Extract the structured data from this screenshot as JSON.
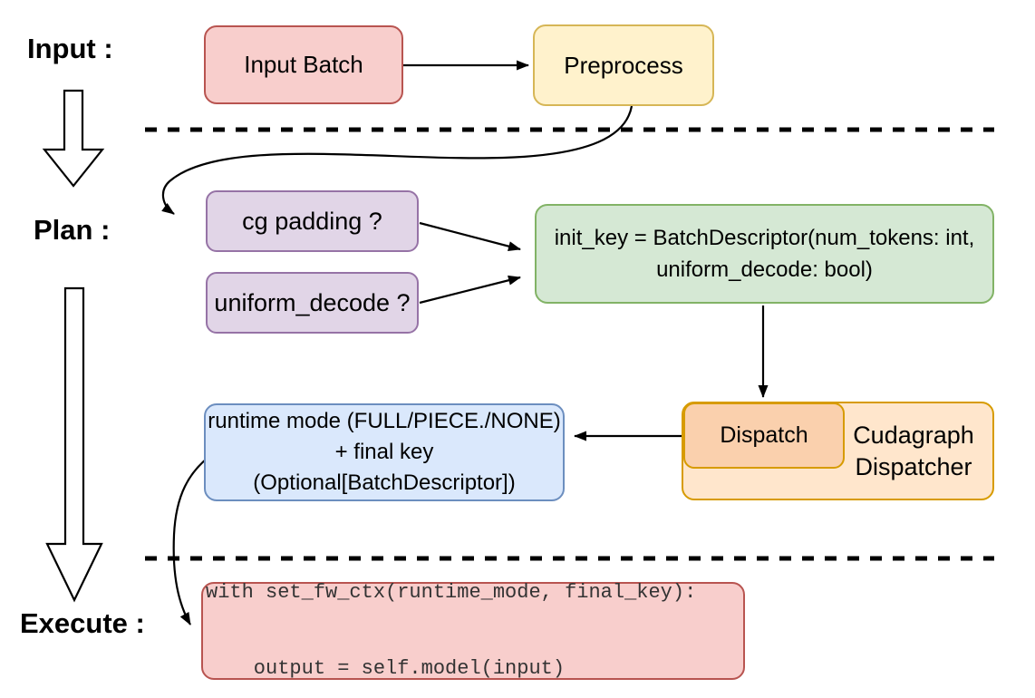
{
  "stages": {
    "input_label": "Input :",
    "plan_label": "Plan :",
    "execute_label": "Execute :"
  },
  "nodes": {
    "input_batch": {
      "label": "Input Batch",
      "fill": "#f8cecc",
      "stroke": "#b85450"
    },
    "preprocess": {
      "label": "Preprocess",
      "fill": "#fff2cc",
      "stroke": "#d6b656"
    },
    "cg_padding": {
      "label": "cg padding ?",
      "fill": "#e1d5e7",
      "stroke": "#9673a6"
    },
    "uniform_decode": {
      "label": "uniform_decode ?",
      "fill": "#e1d5e7",
      "stroke": "#9673a6"
    },
    "init_key": {
      "line1": "init_key = BatchDescriptor(num_tokens: int,",
      "line2": "uniform_decode: bool)",
      "fill": "#d5e8d4",
      "stroke": "#82b366"
    },
    "dispatch": {
      "label": "Dispatch",
      "fill": "#fad0ad",
      "stroke": "#d79b00"
    },
    "cudagraph_dispatcher": {
      "line1": "Cudagraph",
      "line2": "Dispatcher",
      "fill": "#ffe6cc",
      "stroke": "#d79b00"
    },
    "runtime_mode": {
      "line1": "runtime mode (FULL/PIECE./NONE)",
      "line2": "+ final key (Optional[BatchDescriptor])",
      "fill": "#dae8fc",
      "stroke": "#6c8ebf"
    },
    "execute_code": {
      "line1": "with set_fw_ctx(runtime_mode, final_key):",
      "line2": "    output = self.model(input)",
      "fill": "#f8cecc",
      "stroke": "#b85450"
    }
  },
  "connectors": {
    "line_color": "#000000",
    "input_batch_to_preprocess": "arrow",
    "preprocess_to_cg_padding": "curved-arrow",
    "cg_padding_to_init_key": "arrow",
    "uniform_decode_to_init_key": "arrow",
    "init_key_to_dispatch": "arrow",
    "dispatch_to_runtime_mode": "arrow",
    "runtime_mode_to_execute_code": "curved-arrow"
  }
}
